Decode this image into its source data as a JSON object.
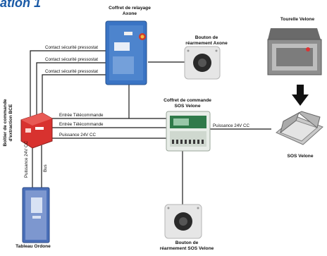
{
  "title_fragment": "ation 1",
  "devices": {
    "coffret_relayage": "Coffret de relayage\nAxone",
    "bouton_axone": "Bouton de\nréarmement Axone",
    "tourelle": "Tourelle Velone",
    "boitier_bce": "Boîtier de commande\nd'extraction BCE",
    "coffret_sos": "Coffret de commande\nSOS Velone",
    "sos_velone": "SOS Velone",
    "tableau": "Tableau Ordone",
    "bouton_sos": "Bouton de\nréarmement SOS Velone"
  },
  "connections": {
    "pressostat_1": "Contact sécurité pressostat",
    "pressostat_2": "Contact sécurité pressostat",
    "pressostat_3": "Contact sécurité pressostat",
    "telecommande_1": "Entrée Télécommande",
    "telecommande_2": "Entrée Télécommande",
    "puissance_cc_1": "Puissance 24V CC",
    "puissance_cc_2": "Puissance 24V CC",
    "puissance_cc_vert": "Puissance 24V CC",
    "bus": "Bus"
  },
  "colors": {
    "title": "#1a5aa6",
    "line": "#1a1a1a",
    "bce_red": "#d8322f",
    "coffret_blue": "#3a74c4",
    "tableau_blue": "#4a6fb8"
  },
  "icons": [
    "relay-cabinet-icon",
    "reset-button-icon",
    "turret-fan-icon",
    "bce-box-icon",
    "control-box-icon",
    "sos-hatch-icon",
    "panel-icon",
    "down-arrow-icon"
  ]
}
